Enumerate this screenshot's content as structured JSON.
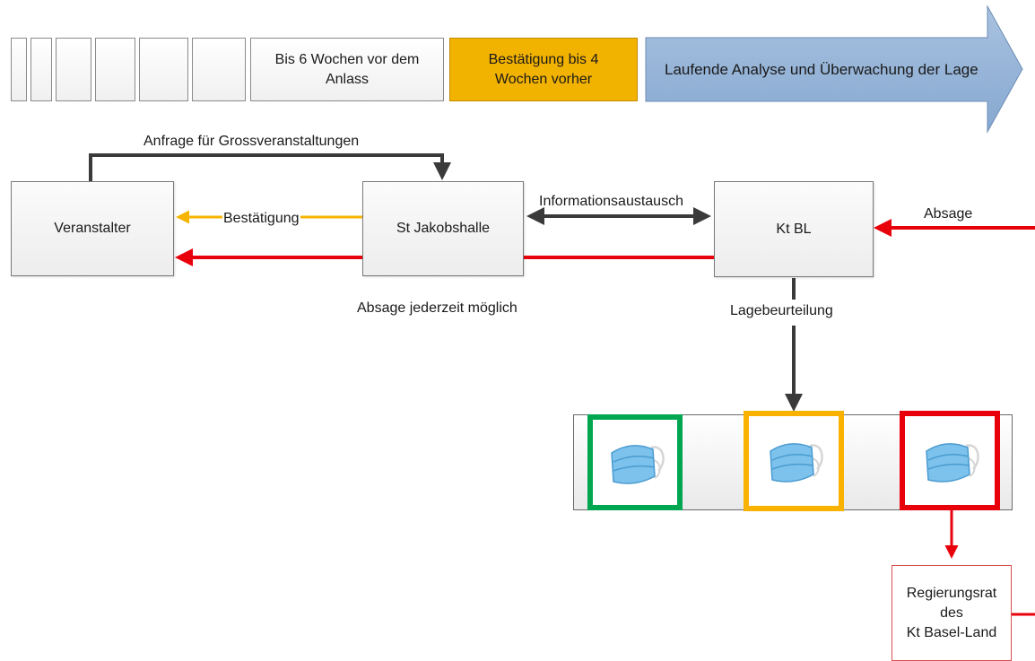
{
  "timeline": {
    "phase_6_weeks": "Bis 6 Wochen vor dem Anlass",
    "phase_4_weeks": "Bestätigung bis 4 Wochen vorher",
    "phase_ongoing": "Laufende Analyse und Überwachung der Lage",
    "colors": {
      "confirm": "#f2b200",
      "ongoing": "#95b4d8"
    }
  },
  "nodes": {
    "organizer": "Veranstalter",
    "venue": "St Jakobshalle",
    "canton": "Kt BL",
    "government_line1": "Regierungsrat",
    "government_line2": "des",
    "government_line3": "Kt Basel-Land"
  },
  "edges": {
    "request": "Anfrage für Grossveranstaltungen",
    "confirmation": "Bestätigung",
    "information": "Informationsaustausch",
    "cancellation": "Absage",
    "cancellation_anytime": "Absage jederzeit möglich",
    "assessment": "Lagebeurteilung"
  },
  "status_levels": [
    {
      "name": "green",
      "color": "#00a650",
      "icon": "face-mask-icon"
    },
    {
      "name": "yellow",
      "color": "#f9b200",
      "icon": "face-mask-icon"
    },
    {
      "name": "red",
      "color": "#e8000b",
      "icon": "face-mask-icon"
    }
  ]
}
